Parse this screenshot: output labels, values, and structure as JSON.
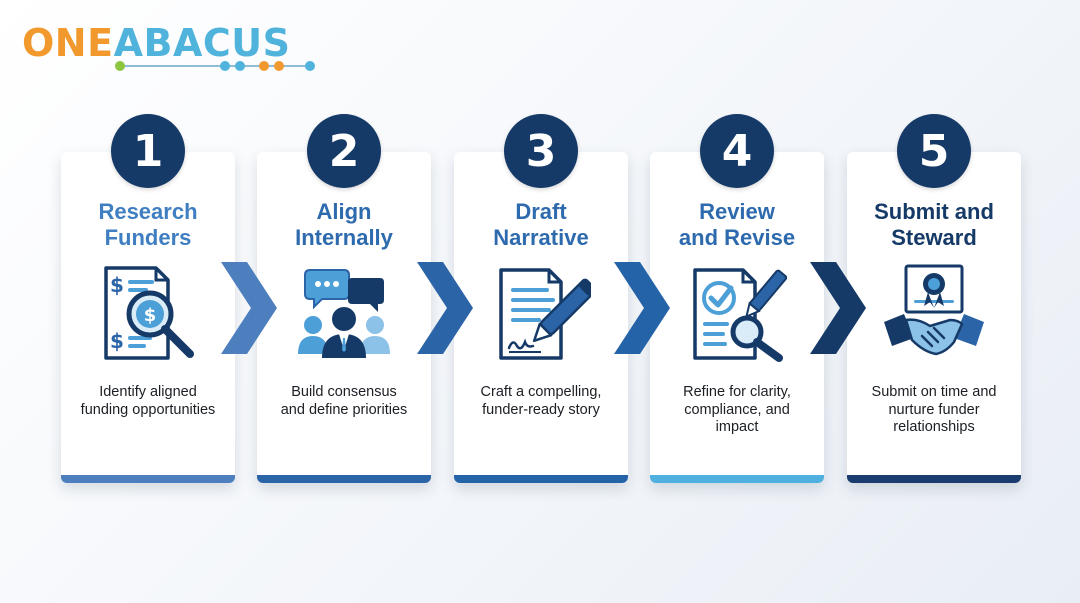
{
  "brand": {
    "part1": "ONE",
    "part2": "ABACUS"
  },
  "steps": [
    {
      "number": "1",
      "title_line1": "Research",
      "title_line2": "Funders",
      "desc_line1": "Identify aligned",
      "desc_line2": "funding opportunities",
      "desc_line3": "",
      "icon": "search-document-dollar-icon",
      "title_color": "#3f7ec1",
      "bar_color": "#4d7fbf"
    },
    {
      "number": "2",
      "title_line1": "Align",
      "title_line2": "Internally",
      "desc_line1": "Build consensus",
      "desc_line2": "and define priorities",
      "desc_line3": "",
      "icon": "team-discussion-icon",
      "title_color": "#2e6aae",
      "bar_color": "#2c64a8"
    },
    {
      "number": "3",
      "title_line1": "Draft",
      "title_line2": "Narrative",
      "desc_line1": "Craft a compelling,",
      "desc_line2": "funder-ready story",
      "desc_line3": "",
      "icon": "document-pen-icon",
      "title_color": "#2e6aae",
      "bar_color": "#2563a8"
    },
    {
      "number": "4",
      "title_line1": "Review",
      "title_line2": "and Revise",
      "desc_line1": "Refine for clarity,",
      "desc_line2": "compliance, and",
      "desc_line3": "impact",
      "icon": "document-check-magnifier-icon",
      "title_color": "#2e6aae",
      "bar_color": "#4fb0e0"
    },
    {
      "number": "5",
      "title_line1": "Submit and",
      "title_line2": "Steward",
      "desc_line1": "Submit on time and",
      "desc_line2": "nurture funder",
      "desc_line3": "relationships",
      "icon": "handshake-certificate-icon",
      "title_color": "#163a67",
      "bar_color": "#1a3c6e"
    }
  ],
  "colors": {
    "navy": "#163a67",
    "blue": "#2c64a8",
    "light_blue": "#4fb0e0",
    "brand_orange": "#f2992e",
    "brand_teal": "#4fb3dc",
    "brand_green": "#8cc63f"
  }
}
